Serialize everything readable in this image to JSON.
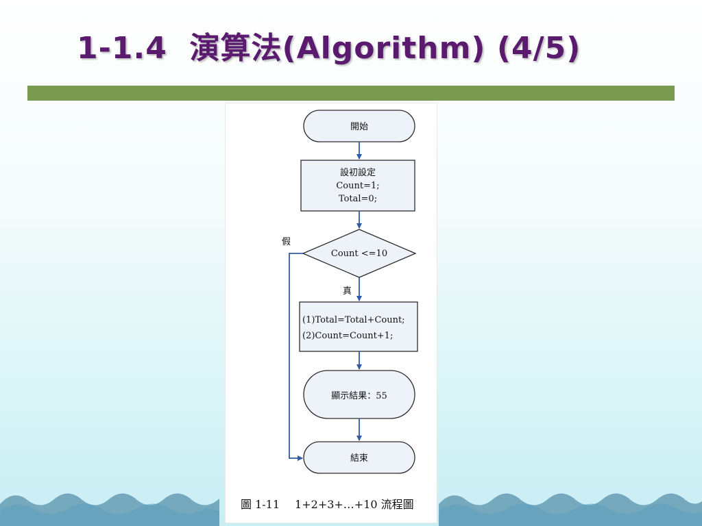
{
  "slide": {
    "title_number": "1-1.4",
    "title_cjk": "演算法",
    "title_latin": "(Algorithm) (4/5)"
  },
  "flowchart": {
    "start": "開始",
    "init_title": "設初設定",
    "init_line1": "Count=1;",
    "init_line2": "Total=0;",
    "condition": "Count <=10",
    "false_label": "假",
    "true_label": "真",
    "process_line1": "(1)Total=Total+Count;",
    "process_line2": "(2)Count=Count+1;",
    "output": "顯示結果：55",
    "end": "結束"
  },
  "caption": {
    "figure_no": "圖 1-11",
    "text": "1+2+3+…+10 流程圖"
  },
  "colors": {
    "title": "#5a1a6e",
    "title_bar": "#7a9a50",
    "arrow": "#2e5aa8",
    "box_fill": "#eef3fa"
  }
}
